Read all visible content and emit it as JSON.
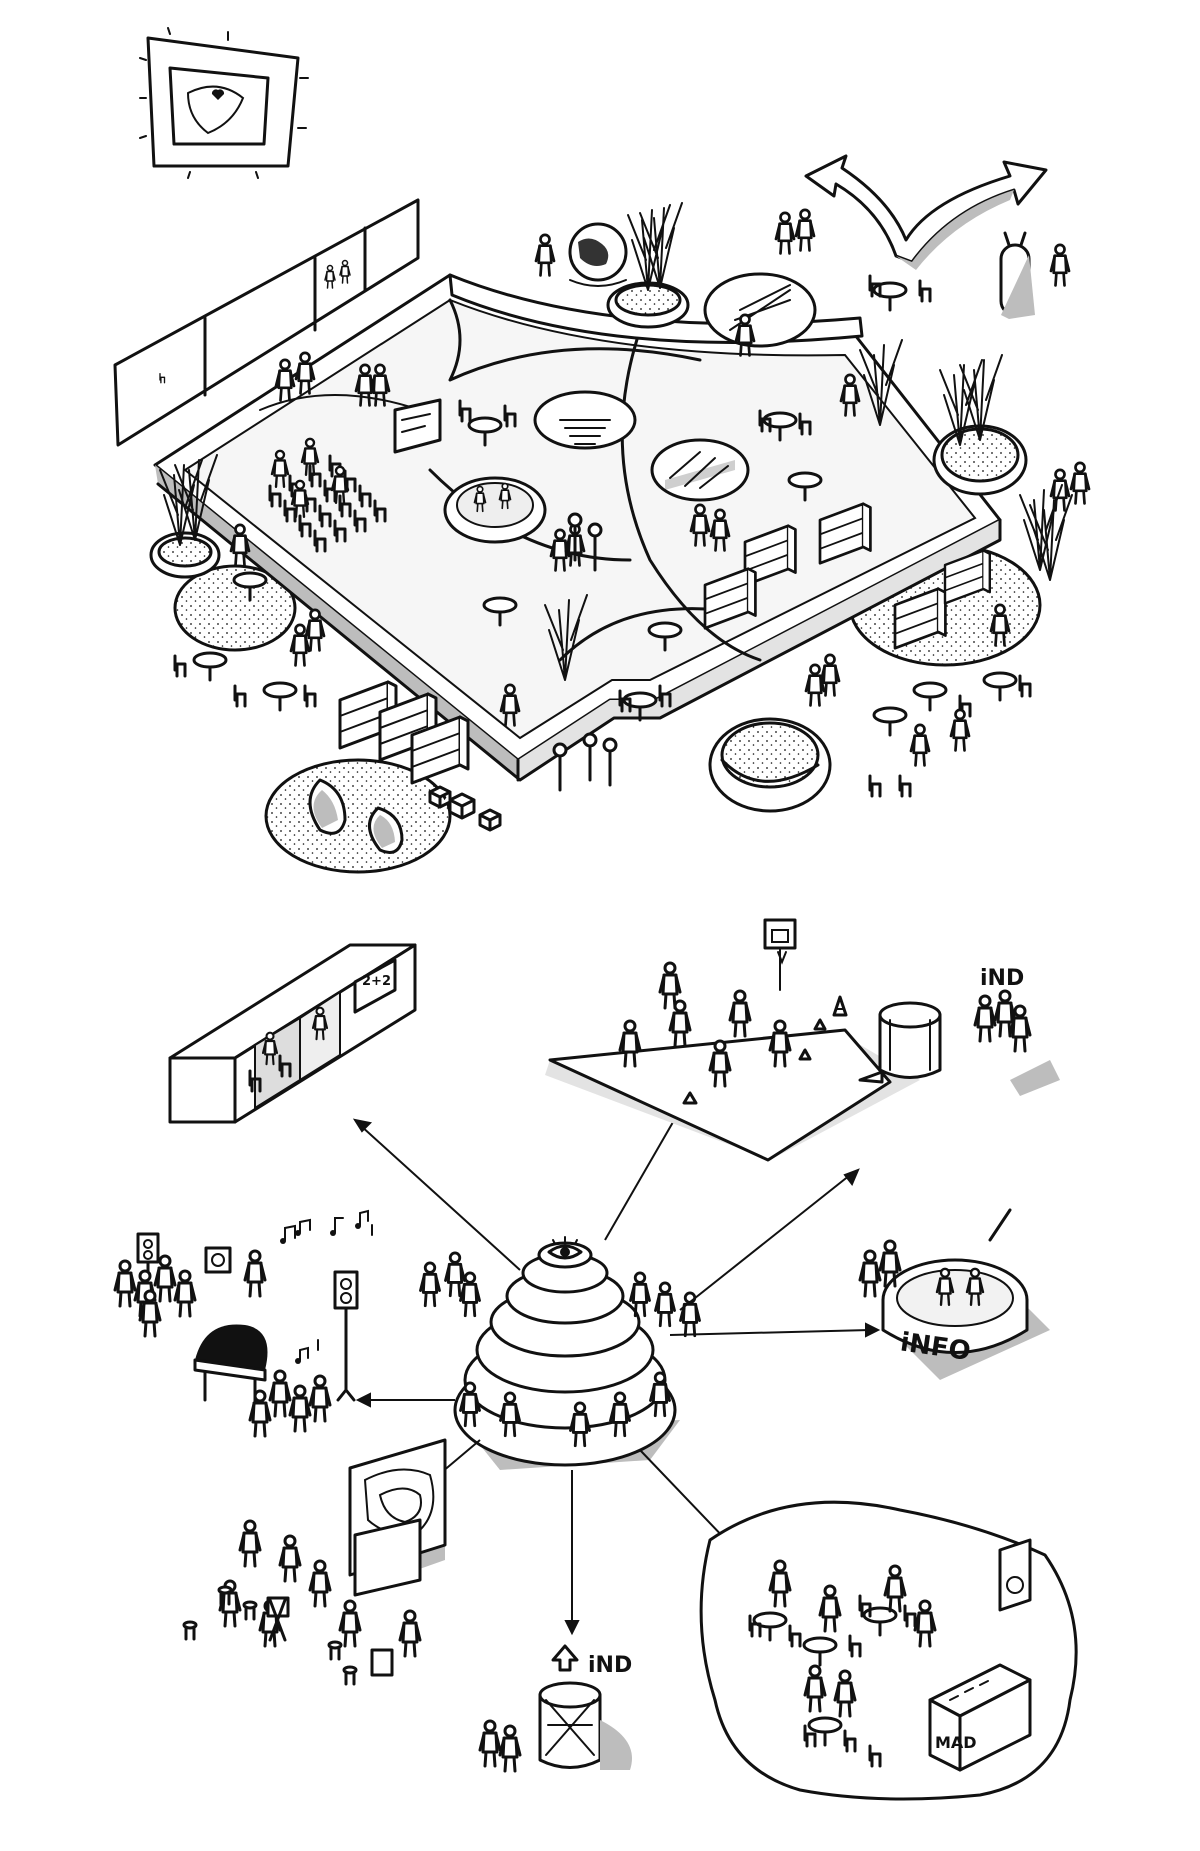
{
  "labels": {
    "ind_top": "iND",
    "ind_bottom": "iND",
    "info": "iNFO",
    "mad": "MAD",
    "board_math": "2+2"
  },
  "colors": {
    "ink": "#111111",
    "shadow": "#bdbdbd",
    "paper": "#ffffff"
  },
  "icons": [
    "framed-map-heart-icon",
    "double-arrow-icon",
    "globe-icon",
    "eye-icon",
    "basketball-hoop-icon",
    "loudspeaker-icon",
    "grand-piano-icon",
    "music-notes-icon",
    "up-arrow-icon",
    "traffic-cone-icon"
  ]
}
